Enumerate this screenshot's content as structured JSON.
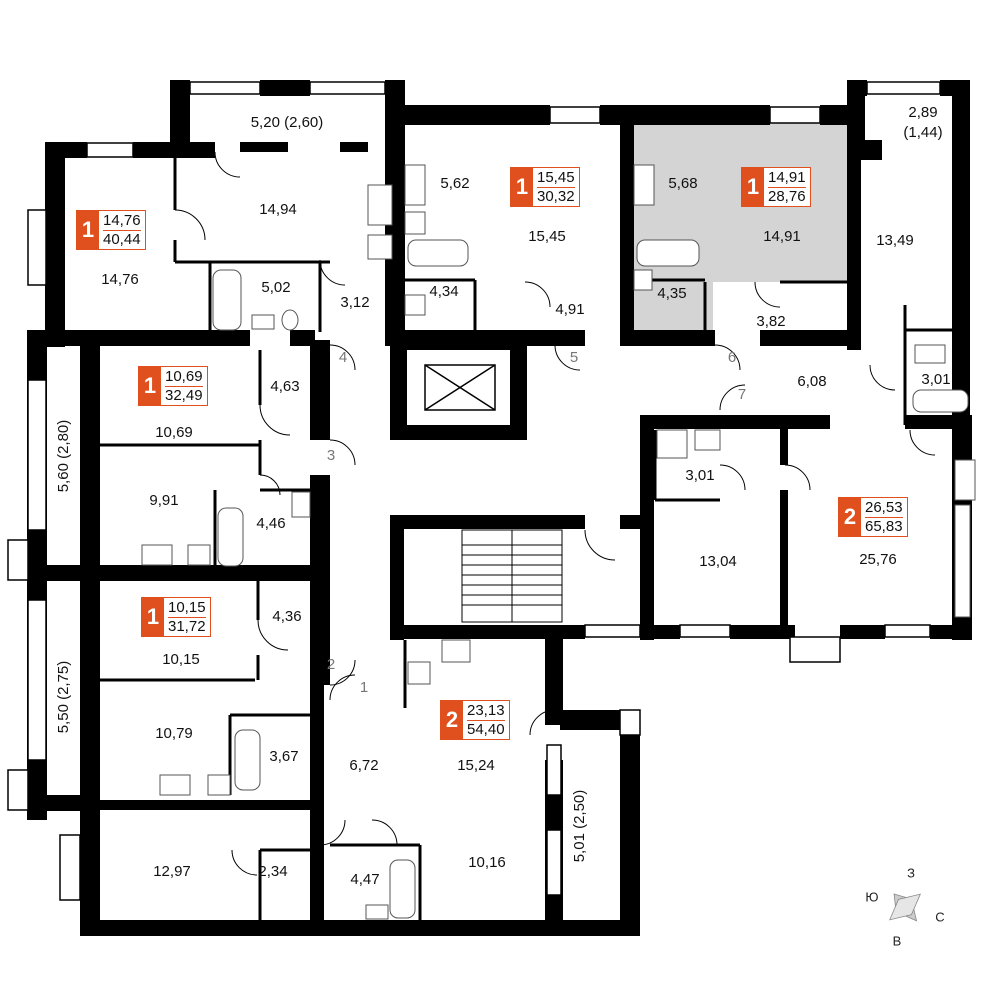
{
  "plan": {
    "apartments": [
      {
        "id": "a1",
        "rooms": "1",
        "living_area": "14,76",
        "total_area": "40,44"
      },
      {
        "id": "a2",
        "rooms": "1",
        "living_area": "15,45",
        "total_area": "30,32"
      },
      {
        "id": "a3",
        "rooms": "1",
        "living_area": "14,91",
        "total_area": "28,76",
        "highlighted": true
      },
      {
        "id": "a4",
        "rooms": "1",
        "living_area": "10,69",
        "total_area": "32,49"
      },
      {
        "id": "a5",
        "rooms": "2",
        "living_area": "26,53",
        "total_area": "65,83"
      },
      {
        "id": "a6",
        "rooms": "1",
        "living_area": "10,15",
        "total_area": "31,72"
      },
      {
        "id": "a7",
        "rooms": "2",
        "living_area": "23,13",
        "total_area": "54,40"
      }
    ],
    "rooms": [
      "5,20 (2,60)",
      "14,94",
      "14,76",
      "5,02",
      "3,12",
      "5,62",
      "15,45",
      "4,34",
      "4,91",
      "5,68",
      "14,91",
      "4,35",
      "3,82",
      "2,89",
      "(1,44)",
      "13,49",
      "6,08",
      "3,01",
      "10,69",
      "4,63",
      "9,91",
      "4,46",
      "5,60 (2,80)",
      "3,01",
      "13,04",
      "25,76",
      "10,15",
      "4,36",
      "10,79",
      "3,67",
      "5,50 (2,75)",
      "6,72",
      "15,24",
      "12,97",
      "2,34",
      "4,47",
      "10,16",
      "5,01 (2,50)"
    ],
    "entries": [
      "1",
      "2",
      "3",
      "4",
      "5",
      "6",
      "7"
    ],
    "highlight_color": "#d4d4d4",
    "accent_color": "#e0501e",
    "wall_color": "#000000"
  },
  "compass": {
    "north": "З",
    "east": "С",
    "south": "В",
    "west": "Ю"
  }
}
